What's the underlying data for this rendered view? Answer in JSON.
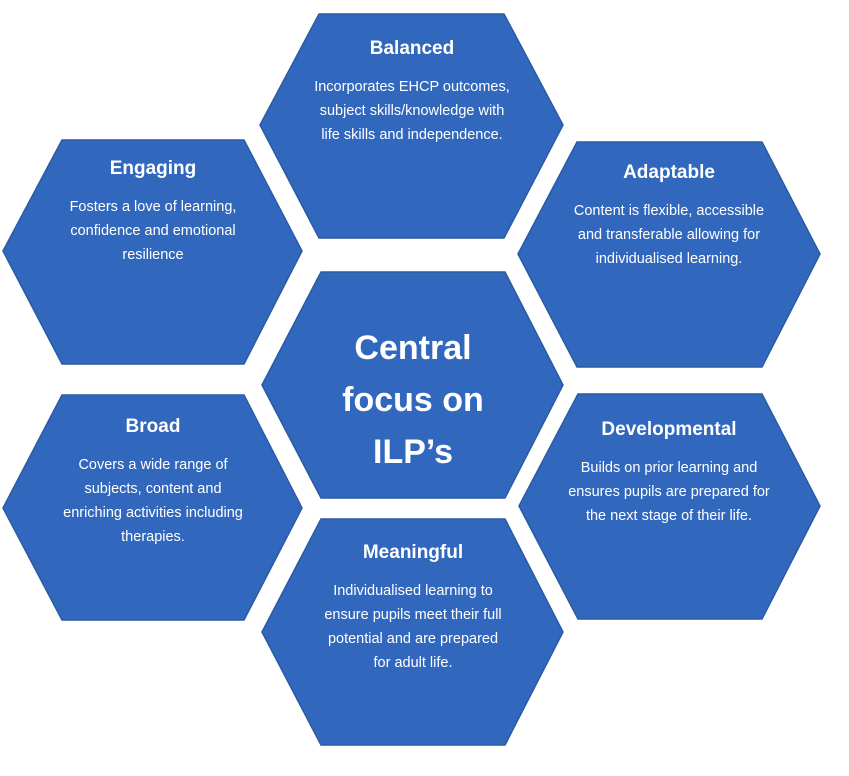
{
  "diagram": {
    "colors": {
      "hexagon_fill": "#3168be",
      "hexagon_border": "#2a5aa3",
      "text": "#ffffff",
      "background": "#ffffff"
    },
    "center": {
      "title": "Central\nfocus on\nILP’s"
    },
    "hexagons": {
      "balanced": {
        "title": "Balanced",
        "body": "Incorporates EHCP outcomes,\nsubject skills/knowledge with\nlife skills and independence."
      },
      "engaging": {
        "title": "Engaging",
        "body": "Fosters a love of learning,\nconfidence and emotional\nresilience"
      },
      "adaptable": {
        "title": "Adaptable",
        "body": "Content is flexible, accessible\nand transferable allowing for\nindividualised learning."
      },
      "broad": {
        "title": "Broad",
        "body": "Covers a wide range of\nsubjects, content and\nenriching activities including\ntherapies."
      },
      "developmental": {
        "title": "Developmental",
        "body": "Builds on prior learning and\nensures pupils are prepared for\nthe next stage of their life."
      },
      "meaningful": {
        "title": "Meaningful",
        "body": "Individualised learning to\nensure pupils meet their full\npotential and are prepared\nfor adult life."
      }
    }
  }
}
